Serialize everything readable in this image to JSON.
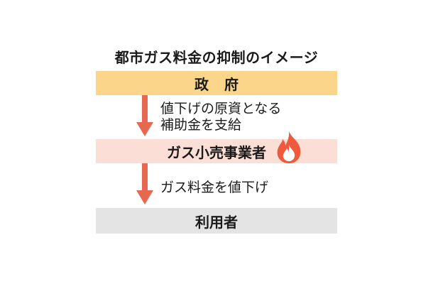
{
  "title": "都市ガス料金の抑制のイメージ",
  "nodes": {
    "government": "政府",
    "retailer": "ガス小売事業者",
    "users": "利用者"
  },
  "edges": {
    "gov_to_retailer": {
      "line1": "値下げの原資となる",
      "line2": "補助金を支給"
    },
    "retailer_to_users": {
      "line1": "ガス料金を値下げ"
    }
  },
  "icons": {
    "retailer_icon": "flame-icon",
    "arrow_icon": "down-arrow-icon"
  },
  "colors": {
    "government_band": "#fbd58a",
    "retailer_band": "#fbded6",
    "users_band": "#e4e4e4",
    "arrow": "#e8684f",
    "flame": "#ef5a3c"
  }
}
